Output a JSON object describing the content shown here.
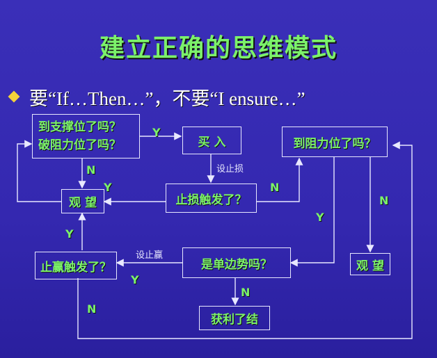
{
  "title": "建立正确的思维模式",
  "bullet": "要“If…Then…”，不要“I  ensure…”",
  "nodes": {
    "support_line1": "到支撑位了吗？",
    "support_line2": "破阻力位了吗？",
    "buy": "买 入",
    "resistance": "到阻力位了吗？",
    "watch_left": "观 望",
    "stoploss": "止损触发了？",
    "watch_right": "观 望",
    "takeprofit": "止赢触发了？",
    "oneside": "是单边势吗？",
    "profit": "获利了结"
  },
  "labels": {
    "y_to_buy": "Y",
    "n_down_left": "N",
    "y_stop_to_watch": "Y",
    "n_stop_to_res": "N",
    "n_res_to_watch": "N",
    "y_res_to_oneside": "Y",
    "y_tp_to_watch": "Y",
    "y_oneside_to_tp": "Y",
    "n_oneside_to_profit": "N",
    "n_tp_loop": "N"
  },
  "notes": {
    "set_stoploss": "设止损",
    "set_takeprofit": "设止赢"
  },
  "colors": {
    "background": "#3a2fb8",
    "node_text": "#7cf26a",
    "line": "#e8e8ff",
    "bullet": "#f3d23a"
  }
}
